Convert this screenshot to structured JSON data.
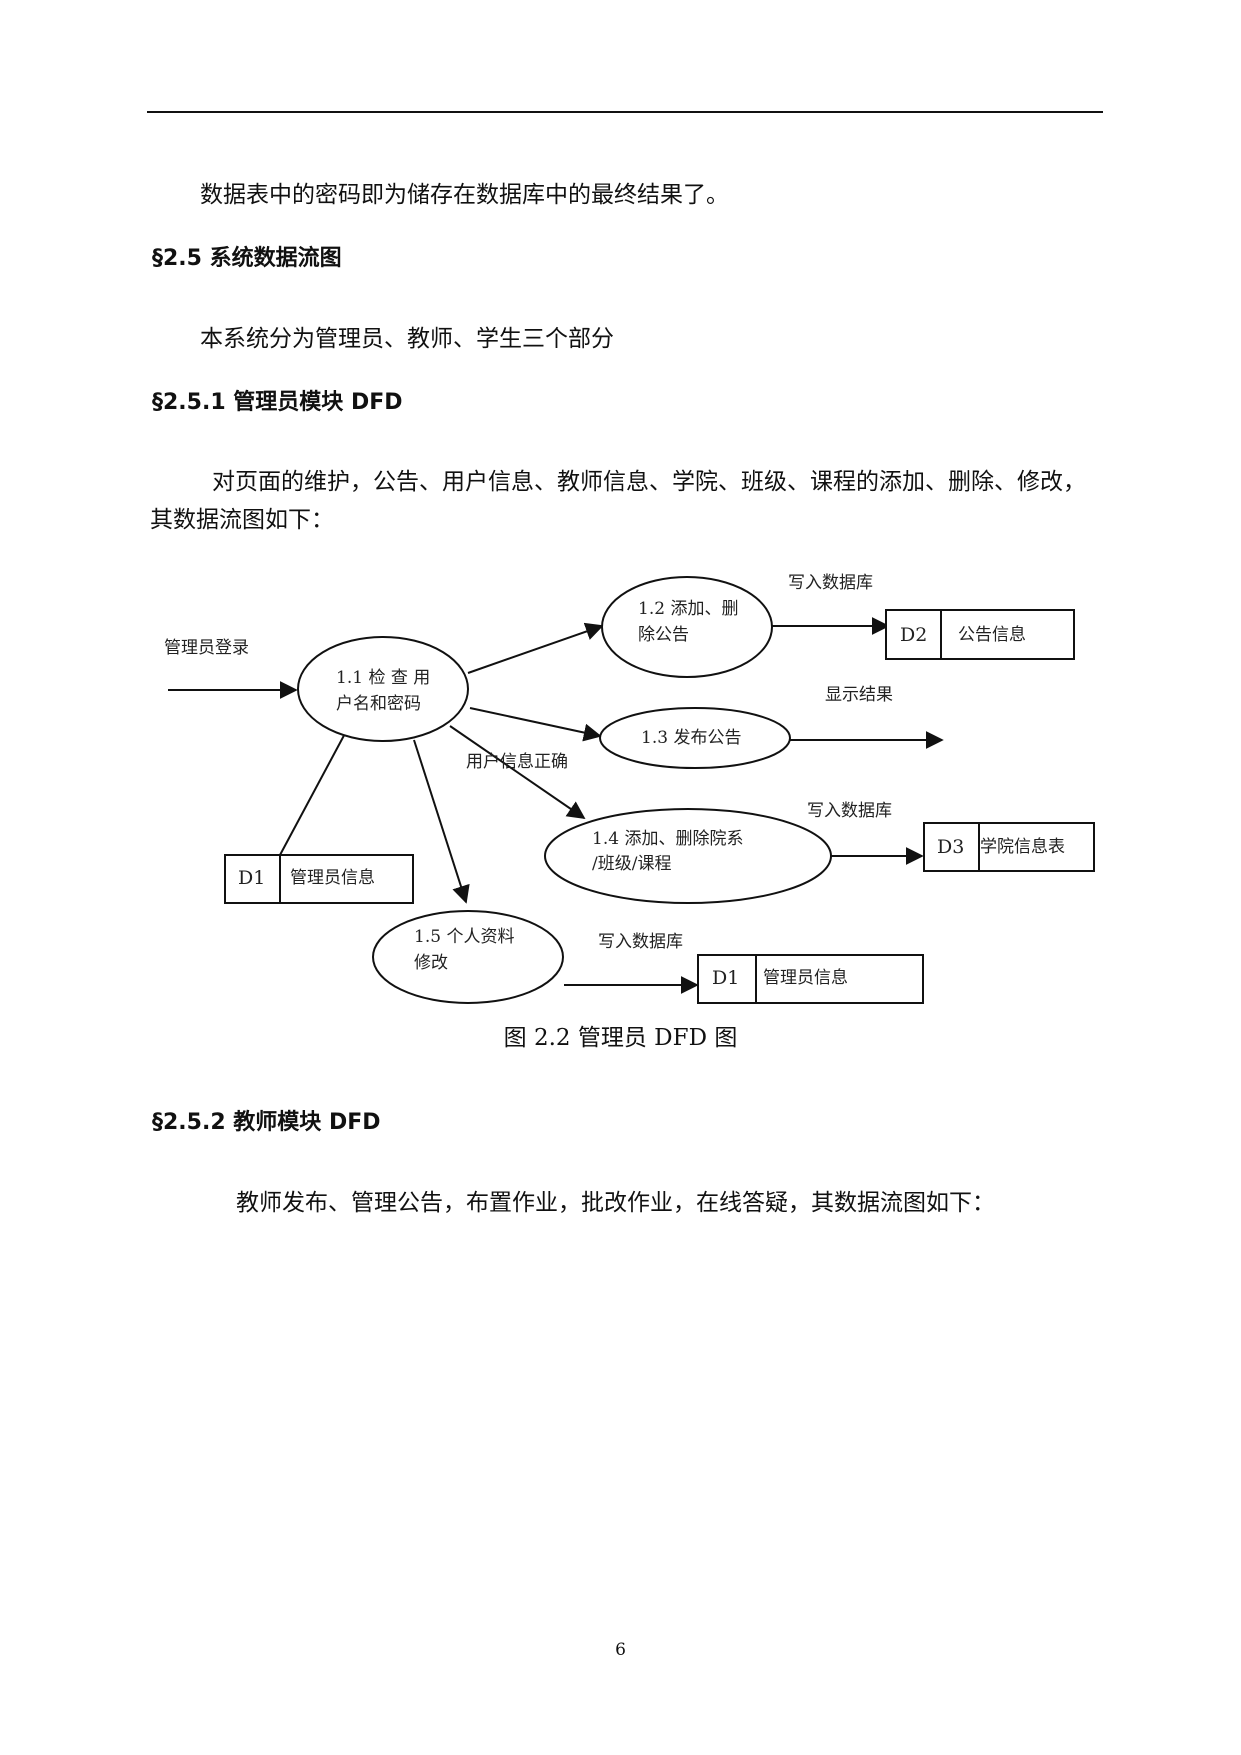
{
  "para1": "数据表中的密码即为储存在数据库中的最终结果了。",
  "heading_2_5": "§2.5 系统数据流图",
  "para2": "本系统分为管理员、教师、学生三个部分",
  "heading_2_5_1": "§2.5.1 管理员模块 DFD",
  "para3": "对页面的维护，公告、用户信息、教师信息、学院、班级、课程的添加、删除、修改，其数据流图如下：",
  "diagram": {
    "login_label": "管理员登录",
    "p11": [
      "1.1 检 查 用",
      "户名和密码"
    ],
    "p12": [
      "1.2 添加、删",
      "除公告"
    ],
    "p13": "1.3 发布公告",
    "p14": [
      "1.4 添加、删除院系",
      "/班级/课程"
    ],
    "p15": [
      "1.5 个人资料",
      "修改"
    ],
    "write_db_1": "写入数据库",
    "write_db_2": "写入数据库",
    "write_db_3": "写入数据库",
    "show_result": "显示结果",
    "user_ok": "用户信息正确",
    "store_d2": {
      "id": "D2",
      "name": "公告信息"
    },
    "store_d3": {
      "id": "D3",
      "name": "学院信息表"
    },
    "store_d1_src": {
      "id": "D1",
      "name": "管理员信息"
    },
    "store_d1_dst": {
      "id": "D1",
      "name": "管理员信息"
    }
  },
  "caption": "图 2.2 管理员 DFD 图",
  "heading_2_5_2": "§2.5.2 教师模块 DFD",
  "para4": "教师发布、管理公告，布置作业，批改作业，在线答疑，其数据流图如下：",
  "page_number": "6"
}
